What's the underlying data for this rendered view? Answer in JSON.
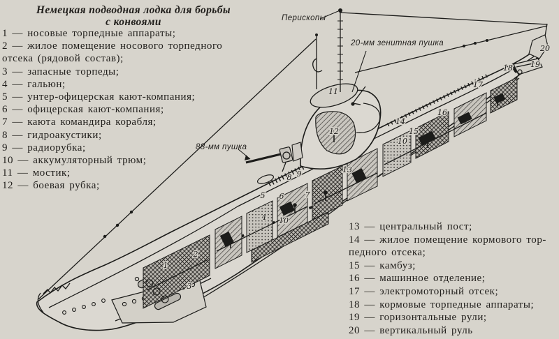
{
  "title": {
    "line1": "Немецкая подводная лодка для борьбы",
    "line2": "с конвоями"
  },
  "legend_left": [
    "1 — носовые торпедные аппараты;",
    "2 — жилое помещение носового торпедного отсека (рядовой состав);",
    "3 — запасные торпеды;",
    "4 — гальюн;",
    "5 — унтер-офицерская кают-компания;",
    "6 — офицерская кают-компания;",
    "7 — каюта командира корабля;",
    "8 — гидроакустики;",
    "9 — радиорубка;",
    "10 — аккумуляторный трюм;",
    "11 — мостик;",
    "12 — боевая рубка;"
  ],
  "legend_right": [
    "13 — центральный пост;",
    "14 — жилое помещение кормового тор­педного отсека;",
    "15 — камбуз;",
    "16 — машинное отделение;",
    "17 — электромоторный отсек;",
    "18 — кормовые торпедные аппараты;",
    "19 — горизонтальные рули;",
    "20 — вертикальный руль"
  ],
  "diagram_labels": {
    "periscopes": "Перископы",
    "aa_gun": "20-мм зенитная пушка",
    "deck_gun": "88-мм пушка"
  },
  "callouts": [
    "1",
    "2",
    "3",
    "4",
    "5",
    "6",
    "7",
    "8",
    "9",
    "10",
    "11",
    "12",
    "13",
    "14",
    "15",
    "16",
    "17",
    "18",
    "19",
    "20",
    "10"
  ],
  "colors": {
    "paper": "#d7d4cc",
    "ink": "#1c1c1a"
  }
}
